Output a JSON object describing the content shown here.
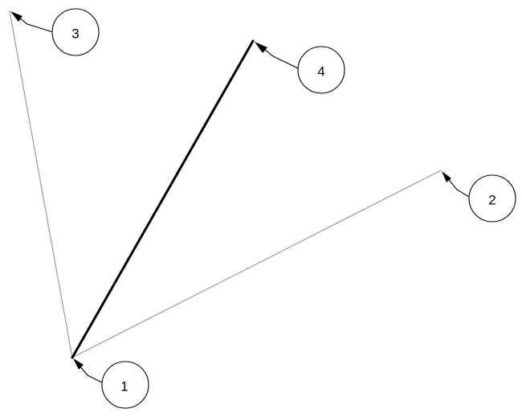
{
  "diagram": {
    "segments": [
      {
        "from": "1",
        "to": "2",
        "style": "thin",
        "color": "#9a9a9a"
      },
      {
        "from": "1",
        "to": "3",
        "style": "thin",
        "color": "#9a9a9a"
      },
      {
        "from": "1",
        "to": "4",
        "style": "thick",
        "color": "#000000"
      }
    ],
    "callouts": [
      {
        "id": "1",
        "label": "1"
      },
      {
        "id": "2",
        "label": "2"
      },
      {
        "id": "3",
        "label": "3"
      },
      {
        "id": "4",
        "label": "4"
      }
    ]
  }
}
